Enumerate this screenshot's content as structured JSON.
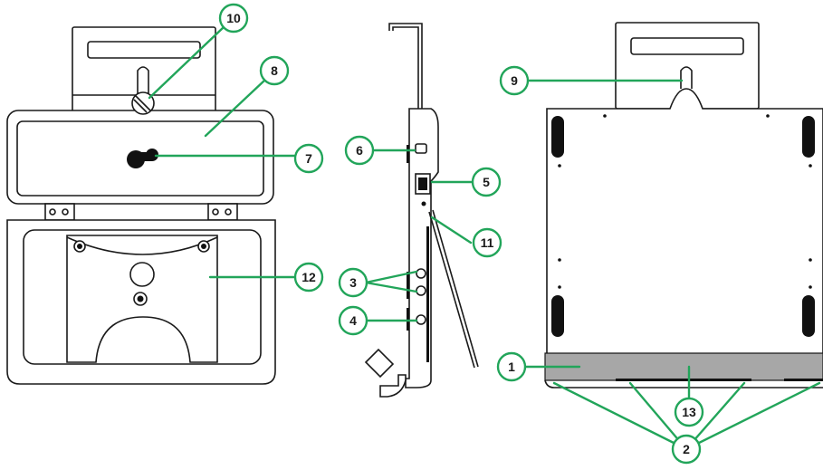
{
  "colors": {
    "leader": "#22a55a",
    "outline": "#1a1a1a",
    "accent_fill": "#a7a7a7"
  },
  "callouts": {
    "c1": "1",
    "c2": "2",
    "c3": "3",
    "c4": "4",
    "c5": "5",
    "c6": "6",
    "c7": "7",
    "c8": "8",
    "c9": "9",
    "c10": "10",
    "c11": "11",
    "c12": "12",
    "c13": "13"
  }
}
